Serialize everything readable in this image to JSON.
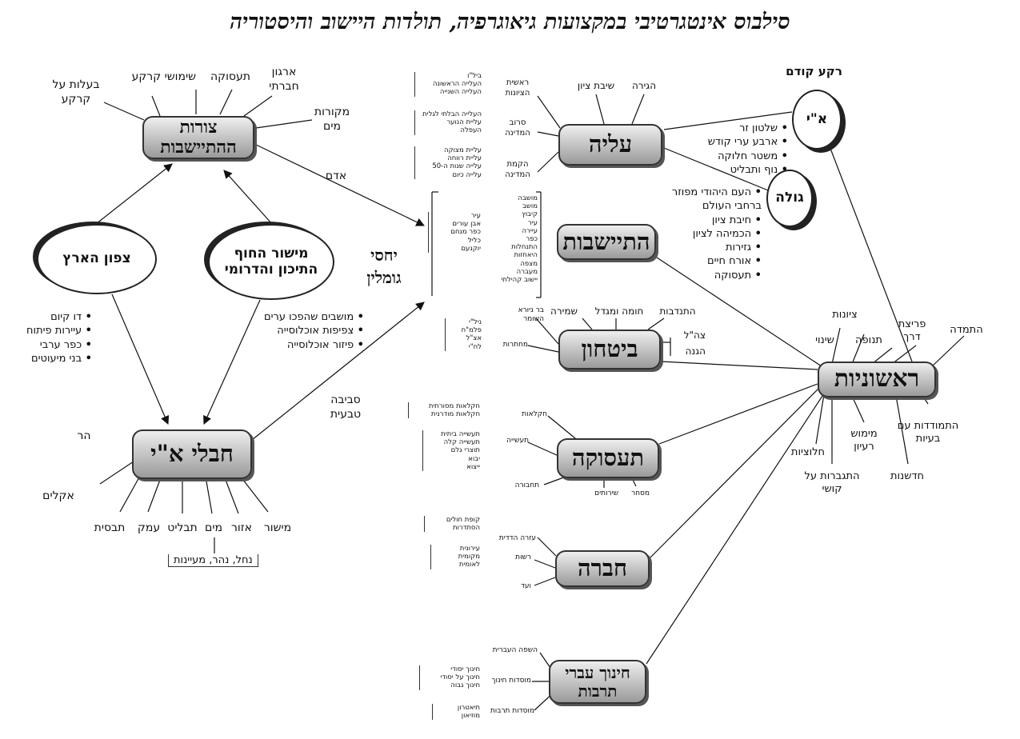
{
  "title": "סילבוס אינטגרטיבי במקצועות גיאוגרפיה, תולדות היישוב והיסטוריה",
  "relations": "יחסי גומלין",
  "nodes": {
    "tzurot": "צורות ההתיישבות",
    "tzafon": "צפון הארץ",
    "mishor": "מישור החוף התיכון והדרומי",
    "chavlei": "חבלי א\"י",
    "aliya": "עליה",
    "hityashvut": "התיישבות",
    "bitachon": "ביטחון",
    "taasuka": "תעסוקה",
    "chevra": "חברה",
    "chinuch": "חינוך עברי תרבות",
    "rishoniyut": "ראשוניות",
    "eretz": "א\"י",
    "gola": "גולה"
  },
  "labels": {
    "reka_kodem": "רקע קודם",
    "baalut": "בעלות על קרקע",
    "shimushei": "שימושי קרקע",
    "taasuka_top": "תעסוקה",
    "irgun": "ארגון חברתי",
    "mekorot": "מקורות מים",
    "adam": "אדם",
    "sviva": "סביבה טבעית",
    "har": "הר",
    "aklim": "אקלים",
    "tavsit": "תבסית",
    "emek": "עמק",
    "tavlit": "תבליט",
    "mayim": "מים",
    "ezor": "אזור",
    "mishor_l": "מישור",
    "mayim_sub": "נחל, נהר, מעיינות",
    "hagira": "הגירה",
    "shivat": "שיבת ציון",
    "reshit": "ראשית הציונות",
    "seruv": "סרוב המדינה",
    "hakamat": "הקמת המדינה",
    "hitnadvut": "התנדבות",
    "choma": "חומה ומגדל",
    "shmira": "שמירה",
    "tzahal": "צה\"ל",
    "hagana": "הגנה",
    "bar_giora": "בר גיורא השומר",
    "machteret": "מחתרות",
    "chaklaut": "חקלאות",
    "taasiya": "תעשייה",
    "tachbura": "תחבורה",
    "mischar": "מסחר",
    "sherutim": "שירותים",
    "ezra": "עזרה הדדית",
    "reshut": "רשות",
    "vaad": "ועד",
    "safa": "השפה העברית",
    "mosdot_chinuch": "מוסדות חינוך",
    "mosdot_tarbut": "מוסדות תרבות",
    "tziyonut": "ציונות",
    "shinui": "שינוי",
    "tnufa": "תנופה",
    "peritzat": "פריצת דרך",
    "hatmada": "התמדה",
    "hitmodedut": "התמודדות עם בעיות",
    "chadshanut": "חדשנות",
    "mimush": "מימוש רעיון",
    "hitgabrut": "התגברות על קושי",
    "chalutziut": "חלוציות"
  },
  "lists": {
    "tzafon": [
      "דו קיום",
      "עיירות פיתוח",
      "כפר ערבי",
      "בני מיעוטים"
    ],
    "mishor": [
      "מושבים שהפכו ערים",
      "צפיפות אוכלוסייה",
      "פיזור אוכלוסייה"
    ],
    "eretz": [
      "שלטון זר",
      "ארבע ערי קודש",
      "משטר חלוקה",
      "נוף ותבליט"
    ],
    "gola": [
      "העם היהודי מפוזר ברחבי העולם",
      "חיבת ציון",
      "הכמיהה לציון",
      "גזירות",
      "אורח חיים",
      "תעסוקה"
    ]
  },
  "tiny": {
    "aliya_a": "ביל\"ו\nהעלייה הראשונה\nהעלייה השנייה",
    "aliya_b": "העלייה הבלתי לגלית\nעליית הנוער\nהעפלה",
    "aliya_c": "עליית מצוקה\nעליית רווחה\nעלייה שנות ה-50\nעלייה כיום",
    "settle_types": "מושבה\nמושב\nקיבוץ\nעיר\nעיירה\nכפר\nהתנחלות\nהיאחזות\nמצפה\nמעברה\nיישוב קהילתי",
    "settle_names": "עיר\nאבן עורים\nכפר מנחם\nכליל\nיוקנעם",
    "machteret": "ניל\"י\nפלמ\"ח\nאצ\"ל\nלח\"י",
    "chaklaut": "חקלאות מסורתית\nחקלאות מודרנית",
    "taasiya": "תעשייה ביתית\nתעשייה קלה\nתוצרי גלם\nיבוא\nייצוא",
    "ezra": "קופת חולים\nהסתדרות",
    "reshut": "עירונית\nמקומית\nלאומית",
    "chinuch": "חינוך יסודי\nחינוך על יסודי\nחינוך גבוה",
    "tarbut": "תיאטרון\nמוזיאון"
  }
}
